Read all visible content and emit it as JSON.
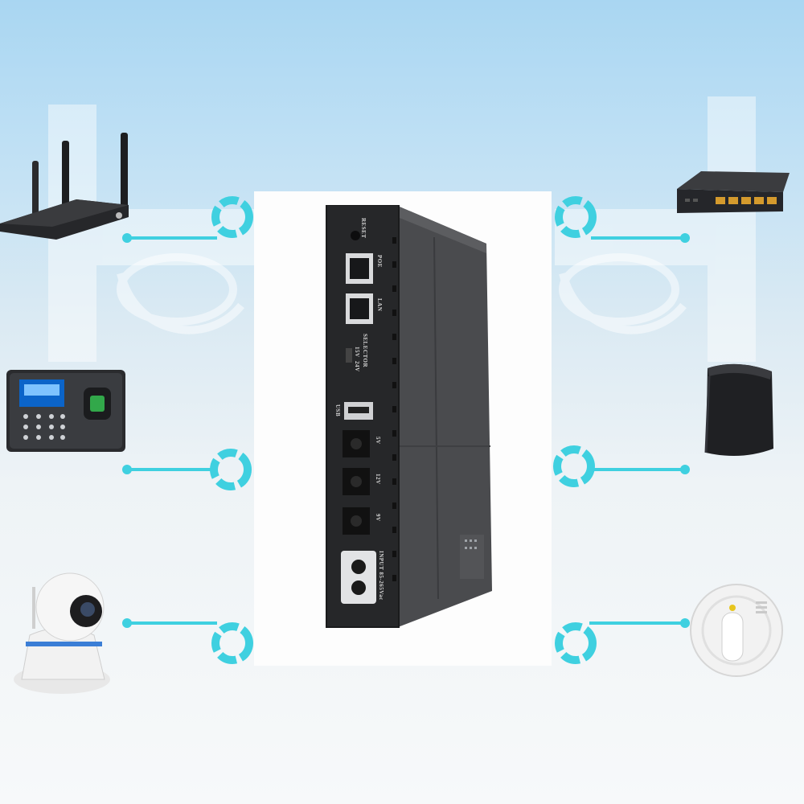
{
  "ups_labels": {
    "reset": "RESET",
    "poe": "POE",
    "lan": "LAN",
    "selector": "SELECTOR",
    "v15": "15V",
    "v24": "24V",
    "usb": "USB",
    "out5v": "5V",
    "out12v": "12V",
    "out9v": "9V",
    "input": "INPUT 85-265Vac"
  },
  "colors": {
    "accent_cyan": "#3fd0e0",
    "ups_body": "#2b2c2e",
    "ups_side": "#48494c"
  },
  "devices_left": [
    "router-icon",
    "fingerprint-terminal-icon",
    "ip-camera-icon"
  ],
  "devices_right": [
    "network-switch-icon",
    "modem-icon",
    "smoke-detector-icon"
  ]
}
